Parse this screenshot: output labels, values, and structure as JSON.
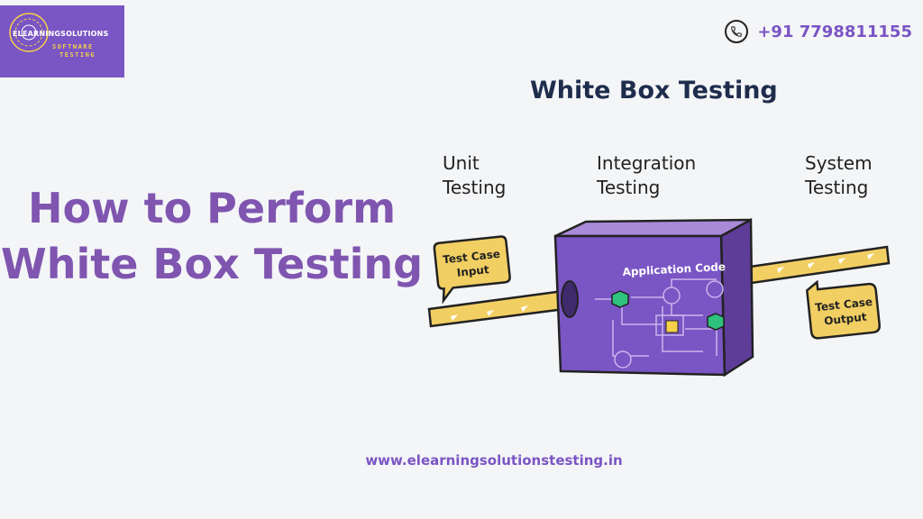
{
  "brand": {
    "name": "ELEARNINGSOLUTIONS",
    "sub_line1": "SOFTWARE",
    "sub_line2": "TESTING",
    "colors": {
      "bg": "#7a55c4",
      "accent": "#f5d14a"
    }
  },
  "contact": {
    "icon": "phone-icon",
    "phone": "+91 7798811155"
  },
  "main_title": {
    "line1": "How to Perform",
    "line2": "White Box Testing"
  },
  "diagram": {
    "title": "White Box Testing",
    "levels": [
      {
        "line1": "Unit",
        "line2": "Testing"
      },
      {
        "line1": "Integration",
        "line2": "Testing"
      },
      {
        "line1": "System",
        "line2": "Testing"
      }
    ],
    "box_label": "Application Code",
    "input_label": {
      "line1": "Test Case",
      "line2": "Input"
    },
    "output_label": {
      "line1": "Test Case",
      "line2": "Output"
    },
    "colors": {
      "box": "#7a55c4",
      "pipe": "#f2cf63",
      "node": "#2ec27e"
    }
  },
  "footer": {
    "website": "www.elearningsolutionstesting.in"
  }
}
